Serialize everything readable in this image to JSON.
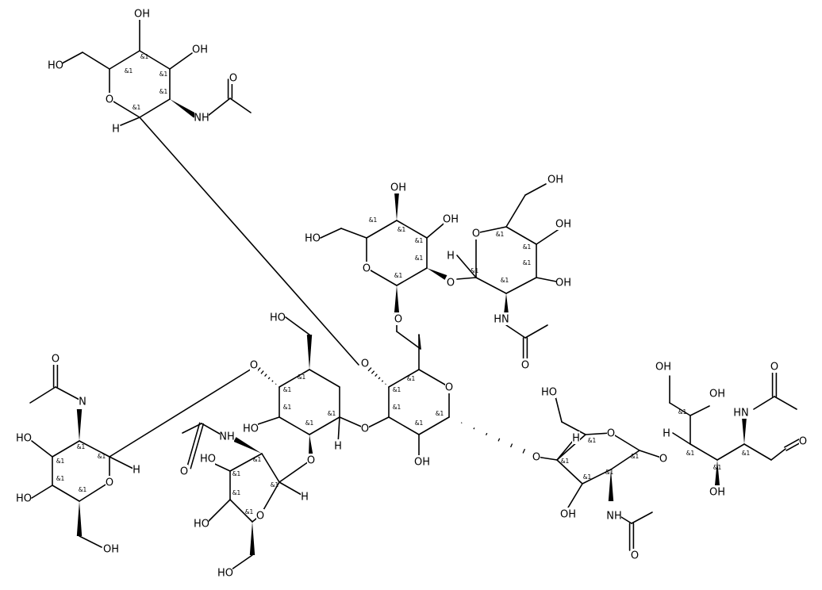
{
  "molecule": {
    "stereo_label": "&1",
    "labels": {
      "OH": "OH",
      "HO": "HO",
      "O": "O",
      "H": "H",
      "NH": "NH",
      "HN": "HN",
      "N": "N"
    }
  }
}
